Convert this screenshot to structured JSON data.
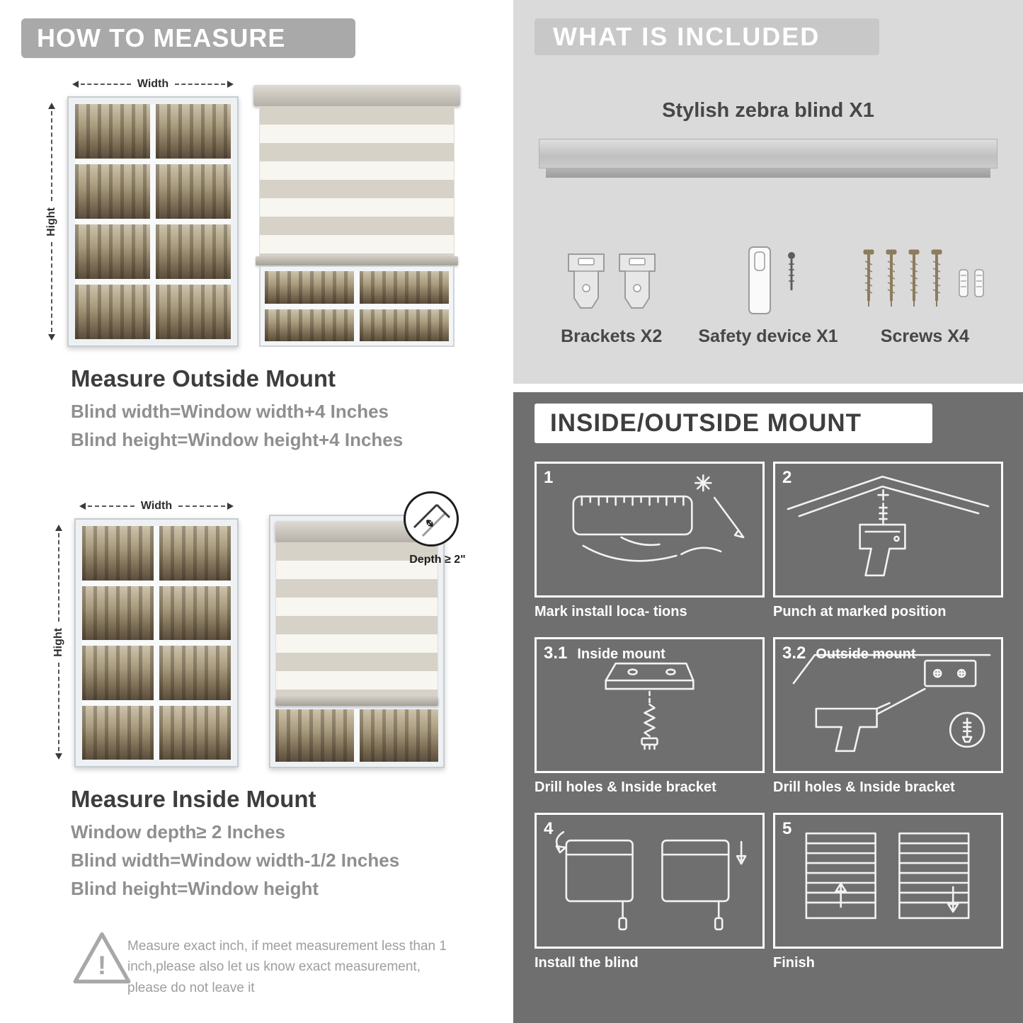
{
  "colors": {
    "left_banner": "#a9a9a9",
    "included_bg": "#dadada",
    "included_banner": "#c8c8c8",
    "mount_bg": "#6f6f6f",
    "dark_text": "#3e3e3e",
    "gray_text": "#8f8f8f"
  },
  "icons": {
    "warning": "!"
  },
  "left": {
    "banner": "HOW TO MEASURE",
    "outside": {
      "width_label": "Width",
      "height_label": "Hight",
      "title": "Measure Outside Mount",
      "lines": [
        "Blind width=Window width+4 Inches",
        "Blind height=Window height+4 Inches"
      ]
    },
    "inside": {
      "width_label": "Width",
      "height_label": "Hight",
      "depth_label": "Depth ≥ 2\"",
      "title": "Measure Inside Mount",
      "lines": [
        "Window depth≥ 2 Inches",
        "Blind width=Window width-1/2 Inches",
        "Blind height=Window height"
      ]
    },
    "warning_text": "Measure exact inch, if meet measurement less than 1 inch,please also let us know exact measurement, please do not leave it"
  },
  "right": {
    "included": {
      "banner": "WHAT IS INCLUDED",
      "product_label": "Stylish zebra blind X1",
      "items": [
        {
          "label": "Brackets X2"
        },
        {
          "label": "Safety device X1"
        },
        {
          "label": "Screws X4"
        }
      ]
    },
    "mount": {
      "banner": "INSIDE/OUTSIDE MOUNT",
      "steps": [
        {
          "num": "1",
          "title": "",
          "caption": "Mark install loca- tions"
        },
        {
          "num": "2",
          "title": "",
          "caption": "Punch at  marked position"
        },
        {
          "num": "3.1",
          "title": "Inside mount",
          "caption": "Drill holes &  Inside bracket"
        },
        {
          "num": "3.2",
          "title": "Outside mount",
          "caption": "Drill holes &  Inside bracket"
        },
        {
          "num": "4",
          "title": "",
          "caption": "Install the blind"
        },
        {
          "num": "5",
          "title": "",
          "caption": "Finish"
        }
      ]
    }
  }
}
